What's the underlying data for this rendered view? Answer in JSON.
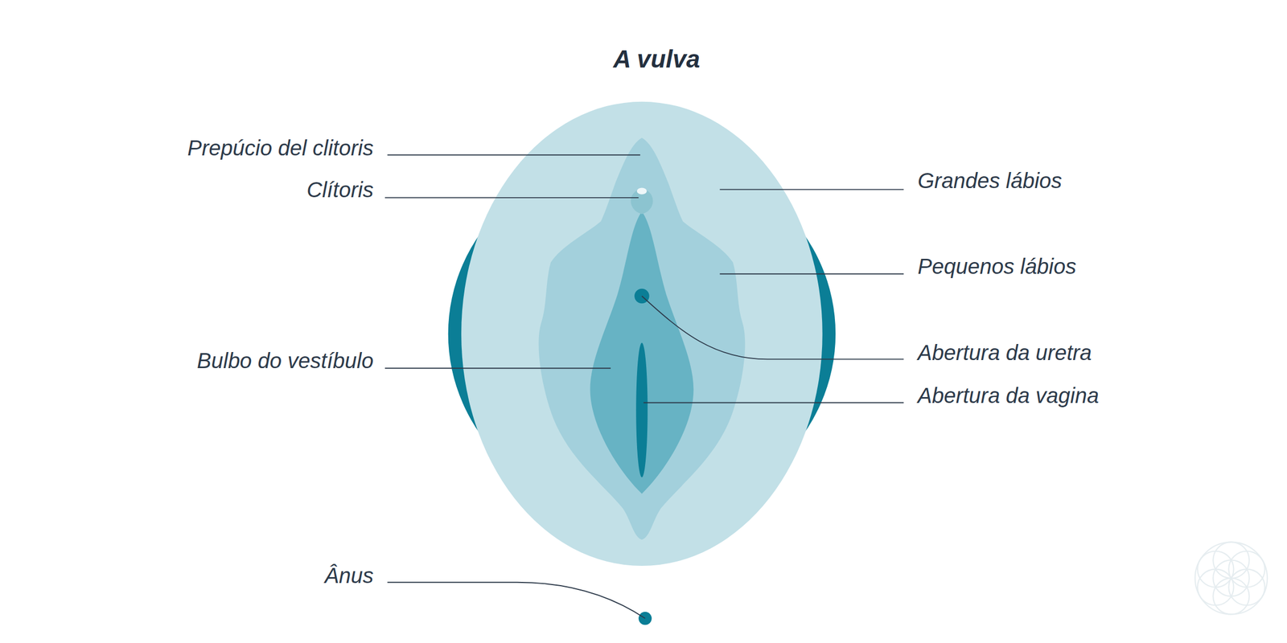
{
  "diagram": {
    "title": "A vulva",
    "labels": [
      "Prepúcio del clitoris",
      "Grandes lábios",
      "Clítoris",
      "Pequenos lábios",
      "Abertura da uretra",
      "Bulbo do vestíbulo",
      "Abertura da vagina",
      "Ânus"
    ]
  }
}
